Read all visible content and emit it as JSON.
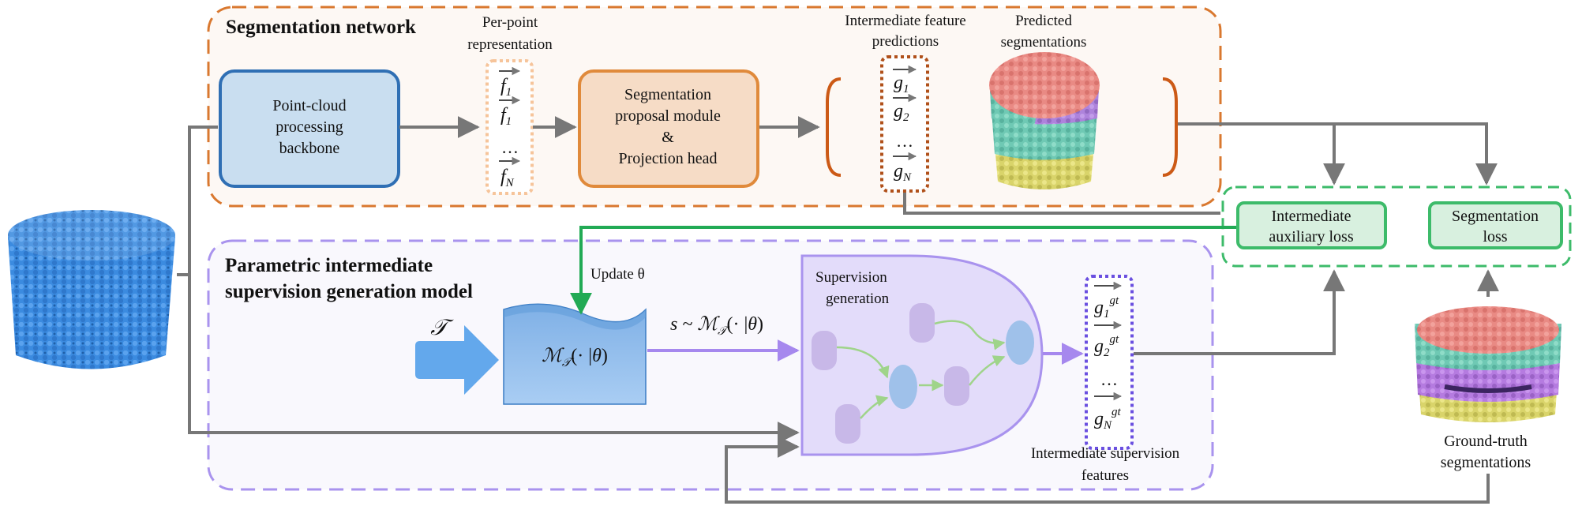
{
  "colors": {
    "seg_border": "#d9782f",
    "param_border": "#a993ee",
    "loss_border": "#3dbb6a",
    "backbone_fill": "#c9def0",
    "backbone_stroke": "#2f6fb4",
    "proposal_fill": "#f6dcc6",
    "proposal_stroke": "#e08a3b",
    "loss_fill": "#d8f0df",
    "arrow_gray": "#777777",
    "arrow_purple": "#a688ee",
    "arrow_green": "#22aa55",
    "pointcloud_blue": "#3b8be0"
  },
  "segmentation": {
    "title": "Segmentation network",
    "per_point_label_1": "Per-point",
    "per_point_label_2": "representation",
    "f_items": [
      "f1",
      "f1",
      "…",
      "fN"
    ],
    "backbone_1": "Point-cloud",
    "backbone_2": "processing",
    "backbone_3": "backbone",
    "proposal_1": "Segmentation",
    "proposal_2": "proposal module",
    "proposal_3": "&",
    "proposal_4": "Projection head",
    "inter_label_1": "Intermediate feature",
    "inter_label_2": "predictions",
    "g_items": [
      "g1",
      "g2",
      "…",
      "gN"
    ],
    "pred_label_1": "Predicted",
    "pred_label_2": "segmentations"
  },
  "loss": {
    "aux_1": "Intermediate",
    "aux_2": "auxiliary loss",
    "seg_1": "Segmentation",
    "seg_2": "loss"
  },
  "parametric": {
    "title_1": "Parametric intermediate",
    "title_2": "supervision generation model",
    "update_label": "Update θ",
    "t_symbol": "𝒯",
    "model_label": "ℳ𝒯(· |θ)",
    "sample_label": "s ~ ℳ𝒯(· |θ)",
    "sup_gen_1": "Supervision",
    "sup_gen_2": "generation",
    "ggt_items": [
      "g1gt",
      "g2gt",
      "…",
      "gNgt"
    ],
    "ggt_label_1": "Intermediate supervision",
    "ggt_label_2": "features"
  },
  "ground_truth": {
    "label_1": "Ground-truth",
    "label_2": "segmentations"
  }
}
